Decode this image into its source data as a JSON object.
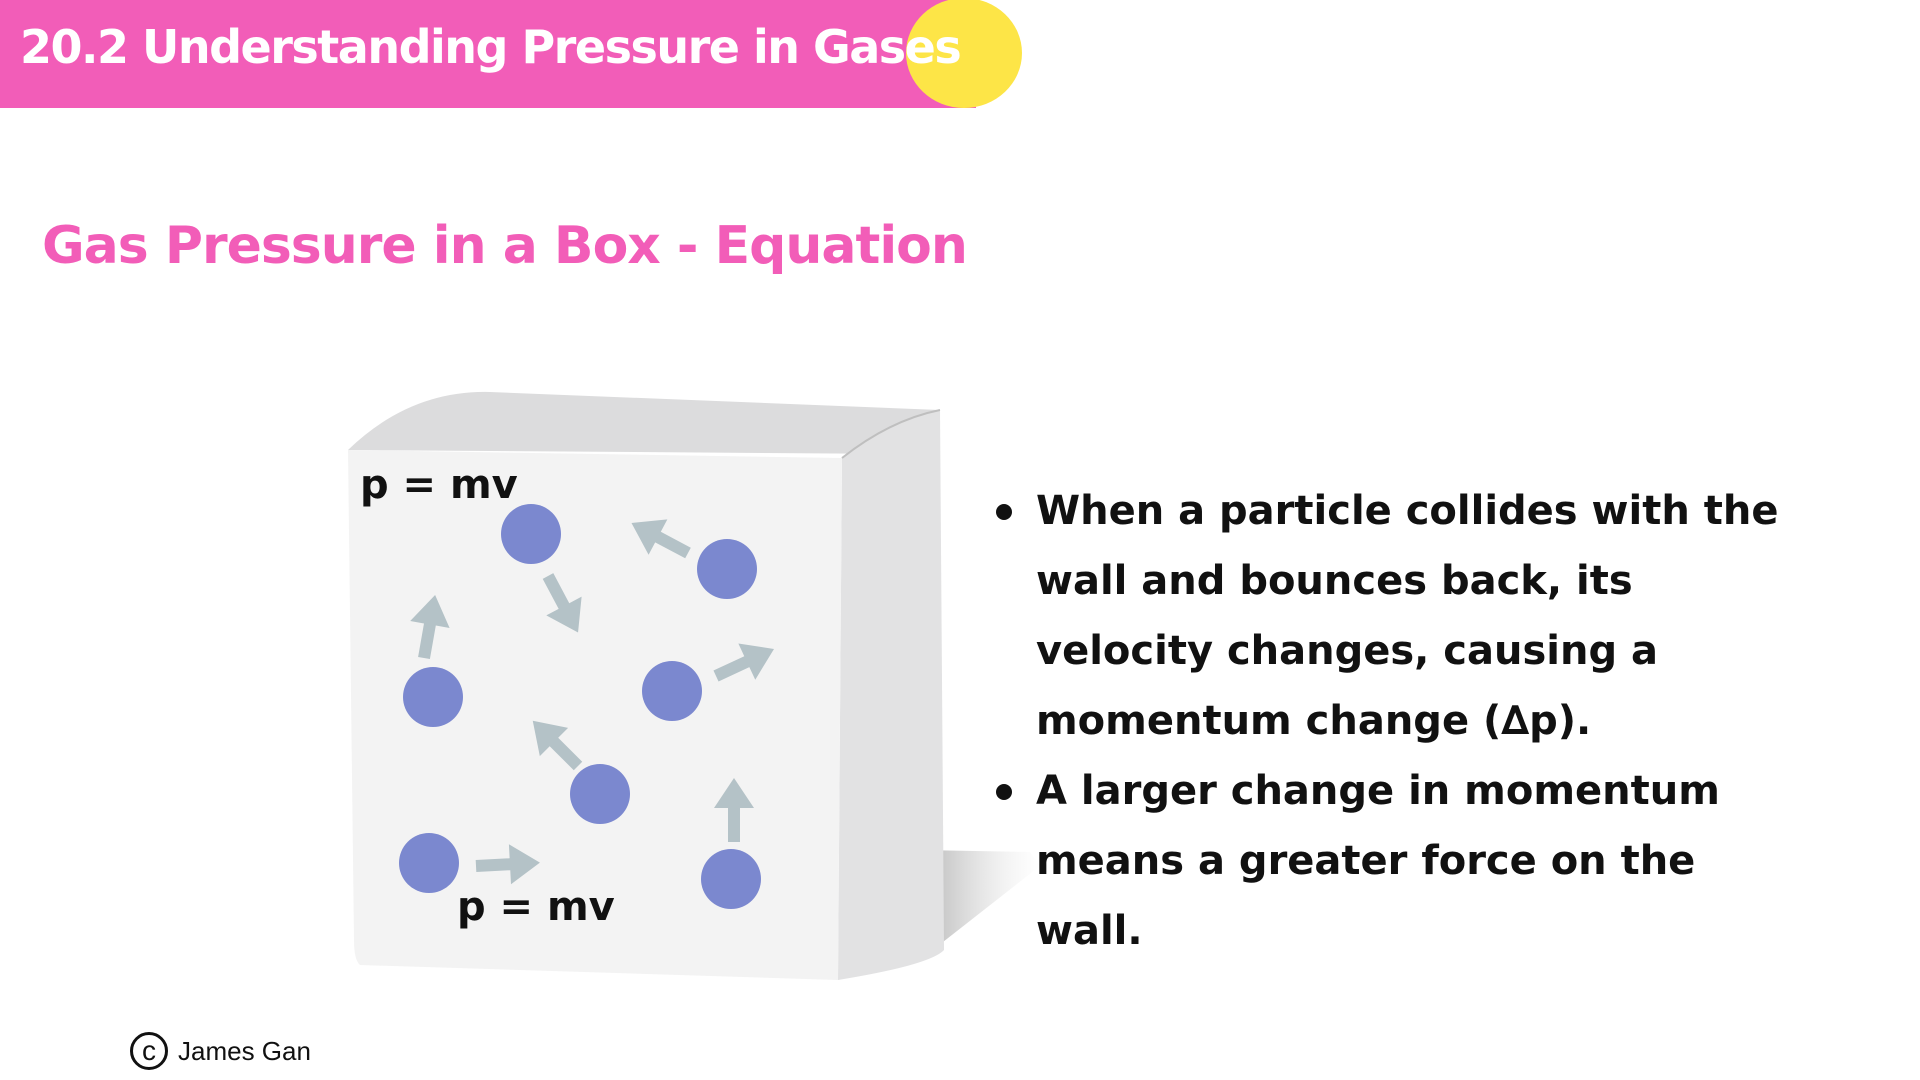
{
  "header": {
    "title": "20.2 Understanding Pressure in Gases",
    "bar_color": "#f25db8",
    "accent_circle_color": "#fde547"
  },
  "subtitle": "Gas Pressure in a Box - Equation",
  "diagram": {
    "top_equation": "p = mv",
    "bottom_equation": "p = mv",
    "particle_color": "#7b88cf",
    "arrow_color": "#b4c2c7",
    "box_front_color": "#f3f3f3",
    "box_side_color": "#e2e2e3",
    "box_top_color": "#dcdcdd"
  },
  "bullets": [
    "When a particle collides with the wall and bounces back, its velocity changes, causing a momentum change (∆p).",
    "A larger change in momentum means a greater force on the wall."
  ],
  "footer": {
    "copyright_icon": "copyright-icon",
    "author": "James Gan"
  }
}
